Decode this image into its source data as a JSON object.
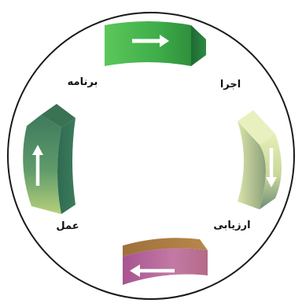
{
  "labels": {
    "plan": "برنامه",
    "execute": "اجرا",
    "evaluate": "ارزیابی",
    "action": "عمل"
  },
  "colors": {
    "circle": "#1a1a1a",
    "top_block": "#4db848",
    "right_block": "#d4e2a0",
    "bottom_block": "#b06080",
    "left_block": "#4f8a6a",
    "arrow": "#ffffff"
  }
}
